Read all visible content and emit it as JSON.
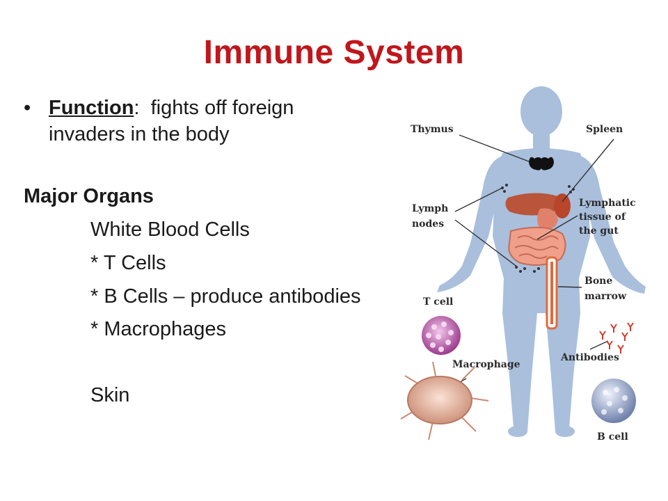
{
  "slide": {
    "title": "Immune System",
    "bullet": {
      "label": "Function",
      "separator": ":",
      "text": "fights off foreign invaders in the body"
    },
    "major_heading": "Major Organs",
    "organ_lines": [
      "White Blood Cells",
      "* T Cells",
      "* B Cells – produce antibodies",
      "* Macrophages",
      "Skin"
    ]
  },
  "diagram": {
    "labels": {
      "thymus": "Thymus",
      "spleen": "Spleen",
      "lymph_1": "Lymph",
      "lymph_2": "nodes",
      "gut_1": "Lymphatic",
      "gut_2": "tissue of",
      "gut_3": "the gut",
      "bone_1": "Bone",
      "bone_2": "marrow",
      "tcell": "T cell",
      "antibodies": "Antibodies",
      "macrophage": "Macrophage",
      "bcell": "B cell"
    },
    "colors": {
      "body": "#a9bfdc",
      "title": "#c0161c",
      "tcell": "#b84aa6",
      "bcell": "#8fa0c8",
      "macrophage": "#d9a58f",
      "marrow": "#e06a3a"
    }
  }
}
